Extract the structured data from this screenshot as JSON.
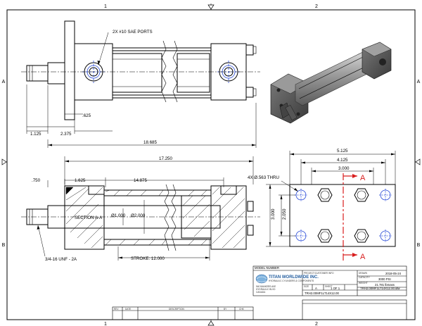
{
  "grid": {
    "columns": [
      "1",
      "2"
    ],
    "rows": [
      "A",
      "B"
    ]
  },
  "top_view": {
    "ports_note": "2X #10 SAE PORTS",
    "dims": [
      "1.125",
      "2.375",
      ".625",
      "18.685"
    ]
  },
  "section_view": {
    "section_label": "SECTION A-A",
    "dims": [
      "17.250",
      ".750",
      "1.625",
      "14.875"
    ],
    "bore_dia": "Ø1.000",
    "rod_dia": "Ø2.000",
    "stroke": "STROKE: 12.000",
    "thread": "3/4-16 UNF - 2A"
  },
  "end_view": {
    "hole_note": "4X Ø.563 THRU",
    "dims": [
      "5.125",
      "4.125",
      "3.000",
      "3.000",
      "2.050"
    ],
    "section_marks": [
      "A",
      "A"
    ]
  },
  "title_block": {
    "model_label": "MODEL NUMBER",
    "project_label": "PROJECT/CUSTOMER INFO",
    "drawn_label": "DRAWN",
    "date": "2018-05-24",
    "pressure_label": "CAPACITY",
    "pressure": "3000 PSI",
    "weight_label": "WEIGHT",
    "weight": "21.781 lbmass",
    "company": "TITAN WORLDWIDE INC.",
    "company_sub": "HYDRAULIC CYLINDERS & COMPONENTS",
    "address_lines": [
      "540 BANKERS AVE",
      "HYDRAULIC BLVD",
      "CANADA"
    ],
    "size_label": "SIZE",
    "size": "A",
    "sheet_label": "SHEET",
    "sheet": "1 OF 1",
    "filename": "TRH2.00MF1LT14X12.00.idw",
    "part_number": "TRH2.00MF1LT14X12.00"
  },
  "revision_table": {
    "headers": [
      "REV",
      "DATE",
      "DESCRIPTION",
      "BY",
      "CHK"
    ]
  }
}
